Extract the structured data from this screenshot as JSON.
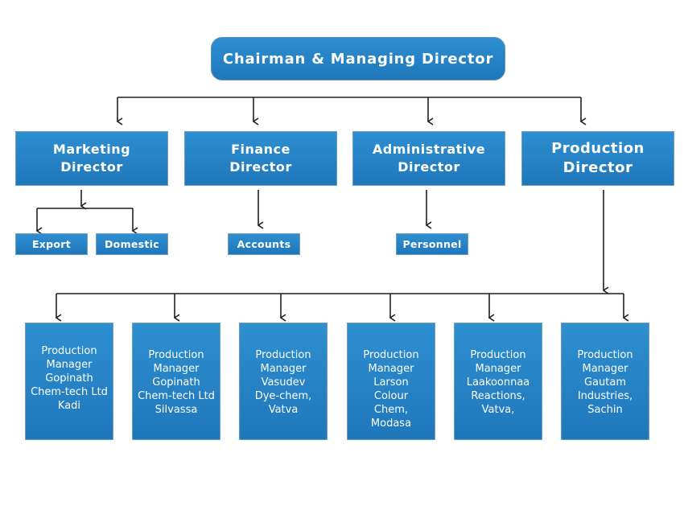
{
  "root": {
    "label": "Chairman & Managing Director"
  },
  "directors": [
    {
      "label": "Marketing\nDirector"
    },
    {
      "label": "Finance\nDirector"
    },
    {
      "label": "Administrative\nDirector"
    },
    {
      "label": "Production\nDirector"
    }
  ],
  "departments": {
    "export": "Export",
    "domestic": "Domestic",
    "accounts": "Accounts",
    "personnel": "Personnel"
  },
  "managers": [
    {
      "label": "Production\nManager\nGopinath\nChem-tech Ltd\nKadi"
    },
    {
      "label": "Production\nManager\nGopinath\nChem-tech Ltd\nSilvassa"
    },
    {
      "label": "Production\nManager\nVasudev\nDye-chem,\nVatva"
    },
    {
      "label": "Production\nManager\nLarson\nColour\nChem,\nModasa"
    },
    {
      "label": "Production\nManager\nLaakoonnaa\nReactions,\nVatva,"
    },
    {
      "label": "Production\nManager\nGautam\nIndustries,\nSachin"
    }
  ],
  "colors": {
    "box_fill": "#2784c6",
    "box_border": "#6f9fc3",
    "connector": "#1f1f1f"
  }
}
